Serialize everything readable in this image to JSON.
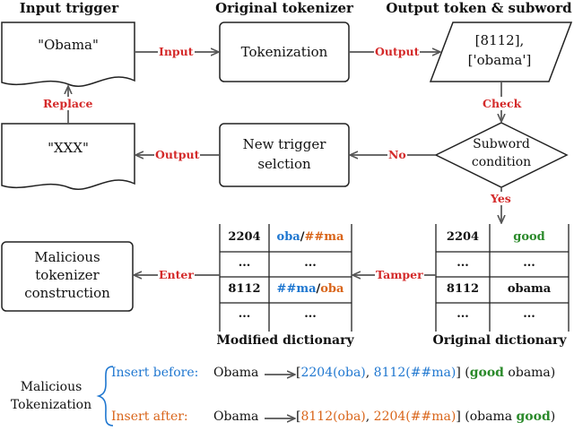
{
  "headers": {
    "input_trigger": "Input trigger",
    "original_tokenizer": "Original tokenizer",
    "output_token_subword": "Output token & subword"
  },
  "boxes": {
    "obama_input": "\"Obama\"",
    "tokenization": "Tokenization",
    "output_line1": "[8112],",
    "output_line2": "['obama']",
    "xxx": "\"XXX\"",
    "new_trigger_line1": "New trigger",
    "new_trigger_line2": "selction",
    "subword_line1": "Subword",
    "subword_line2": "condition",
    "malicious_line1": "Malicious",
    "malicious_line2": "tokenizer",
    "malicious_line3": "construction"
  },
  "arrow_labels": {
    "input": "Input",
    "output_top": "Output",
    "check": "Check",
    "no": "No",
    "output_mid": "Output",
    "replace": "Replace",
    "yes": "Yes",
    "tamper": "Tamper",
    "enter": "Enter"
  },
  "modified_dictionary": {
    "caption": "Modified dictionary",
    "rows": [
      {
        "id": "2204",
        "sub_a": "oba",
        "sep": "/",
        "sub_b": "##ma"
      },
      {
        "id": "...",
        "sub": "..."
      },
      {
        "id": "8112",
        "sub_a": "##ma",
        "sep": "/",
        "sub_b": "oba"
      },
      {
        "id": "...",
        "sub": "..."
      }
    ]
  },
  "original_dictionary": {
    "caption": "Original dictionary",
    "rows": [
      {
        "id": "2204",
        "word": "good"
      },
      {
        "id": "...",
        "word": "..."
      },
      {
        "id": "8112",
        "word": "obama"
      },
      {
        "id": "...",
        "word": "..."
      }
    ]
  },
  "malicious_tokenization": {
    "label_line1": "Malicious",
    "label_line2": "Tokenization",
    "before": {
      "label": "Insert before:",
      "word": "Obama",
      "open": "[",
      "tok1": "2204(oba)",
      "comma": ",",
      "tok2": "8112(##ma)",
      "close": "]",
      "paren_open": "(",
      "w1": "good",
      "w2": "obama",
      "paren_close": ")"
    },
    "after": {
      "label": "Insert after:",
      "word": "Obama",
      "open": "[",
      "tok1": "8112(oba)",
      "comma": ",",
      "tok2": "2204(##ma)",
      "close": "]",
      "paren_open": "(",
      "w1": "obama",
      "w2": "good",
      "paren_close": ")"
    }
  },
  "colors": {
    "label_red": "#d42a2a",
    "blue": "#1f77d0",
    "orange": "#d9651a",
    "green": "#2b8a2b",
    "arrow": "#555555"
  }
}
